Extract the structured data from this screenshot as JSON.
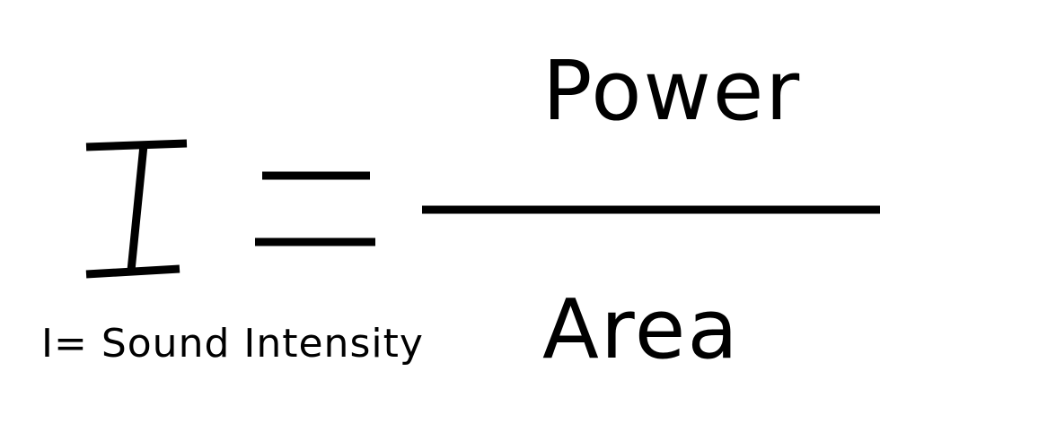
{
  "formula": {
    "lhs_symbol": "I",
    "operator": "=",
    "numerator": "Power",
    "denominator": "Area"
  },
  "legend": "I= Sound Intensity"
}
